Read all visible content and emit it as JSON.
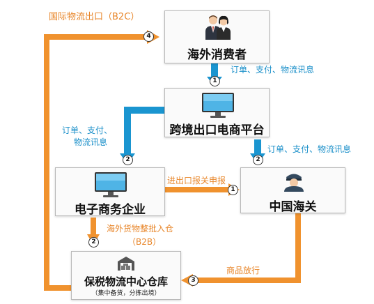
{
  "nodes": {
    "consumer": "海外消费者",
    "platform": "跨境出口电商平台",
    "enterprise": "电子商务企业",
    "customs": "中国海关",
    "warehouse": "保税物流中心仓库",
    "warehouse_sub": "（集中备货，分拣出境）"
  },
  "labels": {
    "b2c": "国际物流出口（B2C）",
    "order_info_right": "订单、支付、物流讯息",
    "order_info_left_1": "订单、支付、",
    "order_info_left_2": "物流讯息",
    "order_info_customs": "订单、支付、物流讯息",
    "declare": "进出口报关申报",
    "goods_in_1": "海外货物整批入仓",
    "goods_in_2": "（B2B）",
    "release": "商品放行"
  },
  "badges": [
    "4",
    "1",
    "2",
    "2",
    "1",
    "2",
    "3"
  ],
  "colors": {
    "orange": "#f0922e",
    "blue": "#1a95d0"
  }
}
